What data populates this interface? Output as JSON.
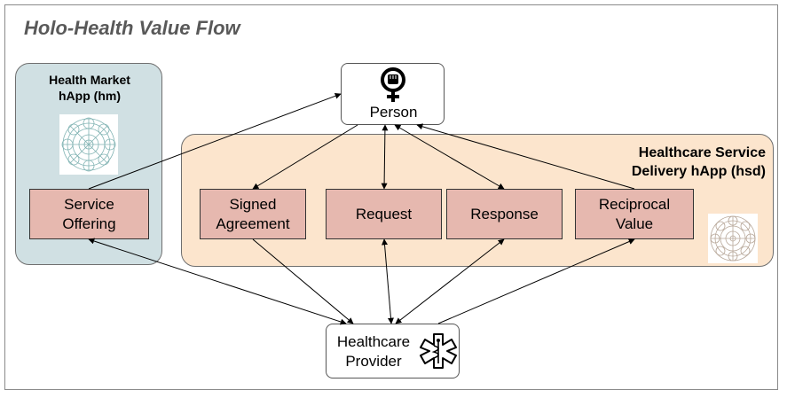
{
  "title": "Holo-Health Value Flow",
  "panels": {
    "health_market": {
      "line1": "Health Market",
      "line2": "hApp (hm)"
    },
    "service_delivery": {
      "line1": "Healthcare Service",
      "line2": "Delivery hApp (hsd)"
    }
  },
  "nodes": {
    "person": "Person",
    "provider_line1": "Healthcare",
    "provider_line2": "Provider",
    "service_offering_line1": "Service",
    "service_offering_line2": "Offering",
    "signed_agreement_line1": "Signed",
    "signed_agreement_line2": "Agreement",
    "request": "Request",
    "response": "Response",
    "reciprocal_value_line1": "Reciprocal",
    "reciprocal_value_line2": "Value"
  },
  "icons": {
    "person": "women-power-fist-icon",
    "provider": "star-of-life-icon",
    "mandala": "holochain-mandala-logo"
  },
  "colors": {
    "hm_panel": "#d0e0e3",
    "hsd_panel": "#fce5cd",
    "activity_box": "#e6b8af",
    "title": "#595959"
  }
}
